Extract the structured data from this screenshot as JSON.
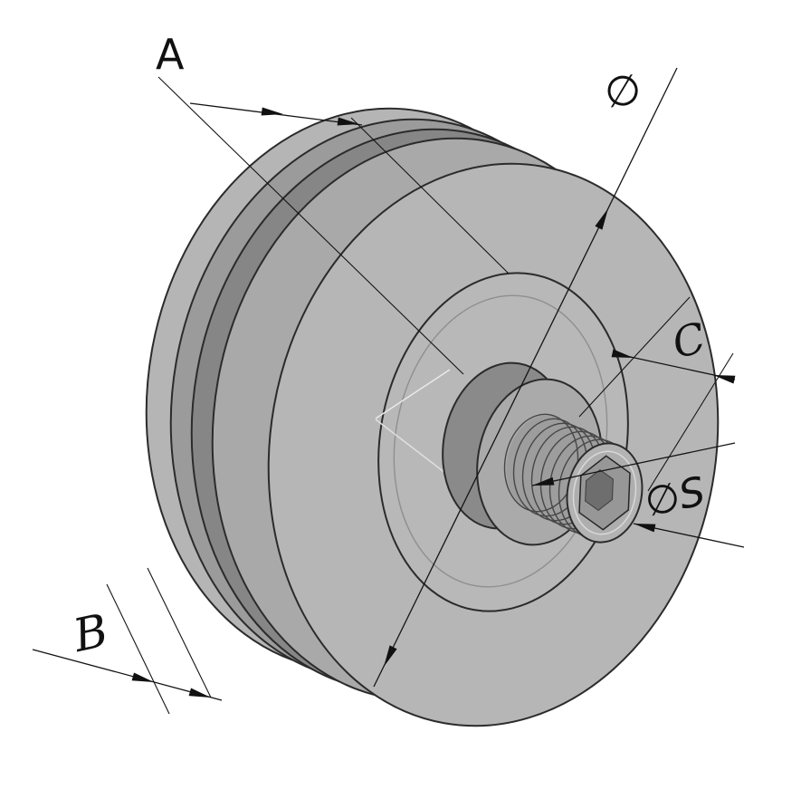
{
  "drawing": {
    "part": "grooved pulley with threaded stud and hex socket",
    "view": "isometric",
    "background_color": "#ffffff",
    "body_color": "#b3b3b3",
    "groove_color": "#868686",
    "outline_color": "#2b2b2b",
    "dimension_color": "#141414",
    "labels": {
      "dim_a": "A",
      "dim_b": "B",
      "dim_diameter": "∅",
      "dim_length": "C",
      "dim_stud_diameter": "∅S"
    }
  }
}
